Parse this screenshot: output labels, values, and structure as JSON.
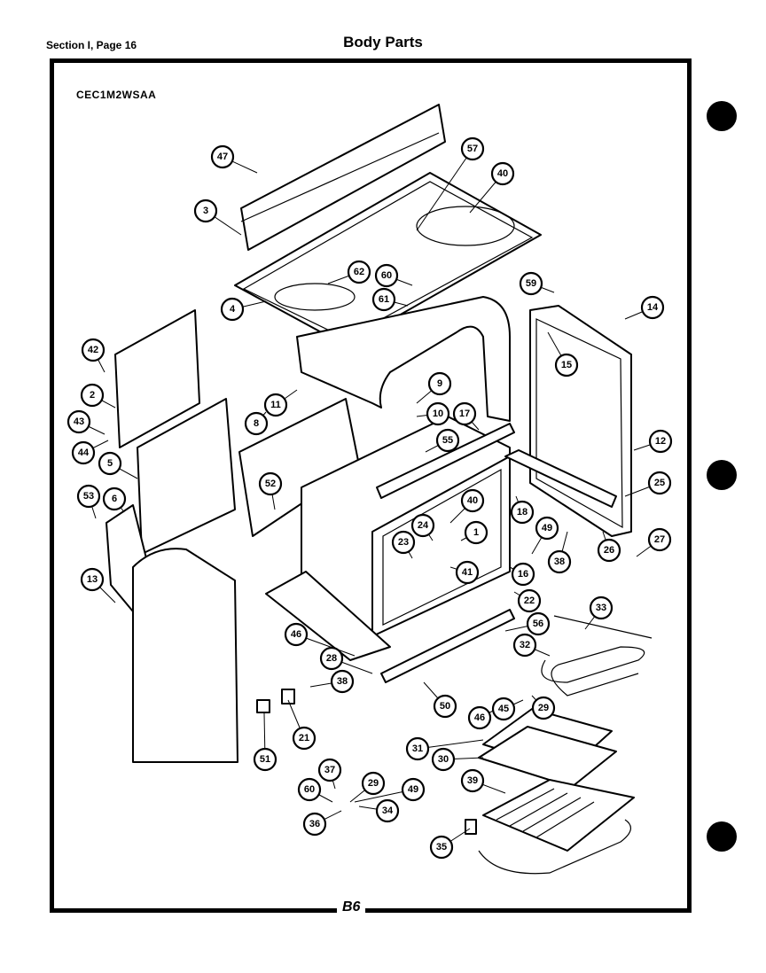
{
  "header": {
    "section": "Section I, Page 16",
    "title": "Body Parts"
  },
  "model": "CEC1M2WSAA",
  "page_number": "B6",
  "callouts": [
    "47",
    "3",
    "57",
    "40",
    "4",
    "62",
    "60",
    "61",
    "59",
    "14",
    "15",
    "42",
    "2",
    "9",
    "11",
    "8",
    "10",
    "17",
    "43",
    "44",
    "55",
    "12",
    "5",
    "52",
    "25",
    "53",
    "6",
    "18",
    "24",
    "40",
    "23",
    "1",
    "49",
    "27",
    "38",
    "26",
    "13",
    "41",
    "16",
    "22",
    "33",
    "46",
    "56",
    "28",
    "32",
    "38",
    "50",
    "29",
    "46",
    "45",
    "31",
    "30",
    "21",
    "51",
    "37",
    "29",
    "39",
    "60",
    "49",
    "36",
    "34",
    "35"
  ]
}
